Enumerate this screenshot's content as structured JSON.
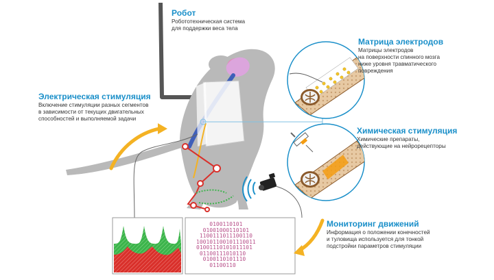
{
  "robot": {
    "title": "Робот",
    "description": "Робототехническая система\nдля поддержки веса тела"
  },
  "electrode_array": {
    "title": "Матрица электродов",
    "description": "Матрицы электродов\nна поверхности спинного мозга\nниже уровня травматического\nповреждения"
  },
  "electrical_stimulation": {
    "title": "Электрическая стимуляция",
    "description": "Включение стимуляции разных сегментов\nв зависимости от текущих двигательных\nспособностей и выполняемой задачи"
  },
  "chemical_stimulation": {
    "title": "Химическая стимуляция",
    "description": "Химические препараты,\nдействующие на нейрорецепторы"
  },
  "motion_monitoring": {
    "title": "Мониторинг движений",
    "description": "Информация о положении конечностей\nи туловища используется для тонкой\nподстройки параметров стимуляции"
  },
  "binary_readout": "    0100110101\n  01001000110101\n 1100111011100110\n100101100101110011\n01001110101011101\n 01100111010110\n  0100110101110\n    01100110",
  "colors": {
    "accent": "#1a8fc9",
    "arrow": "#f4b223",
    "mouse": "#b9b9b9",
    "emg_green": "#3cb44b",
    "emg_red": "#d9302b",
    "joints": "#d9302b"
  },
  "icons": [
    "camera-icon",
    "syringe-icon",
    "electrode-array-icon",
    "spinal-cord-section-icon"
  ]
}
